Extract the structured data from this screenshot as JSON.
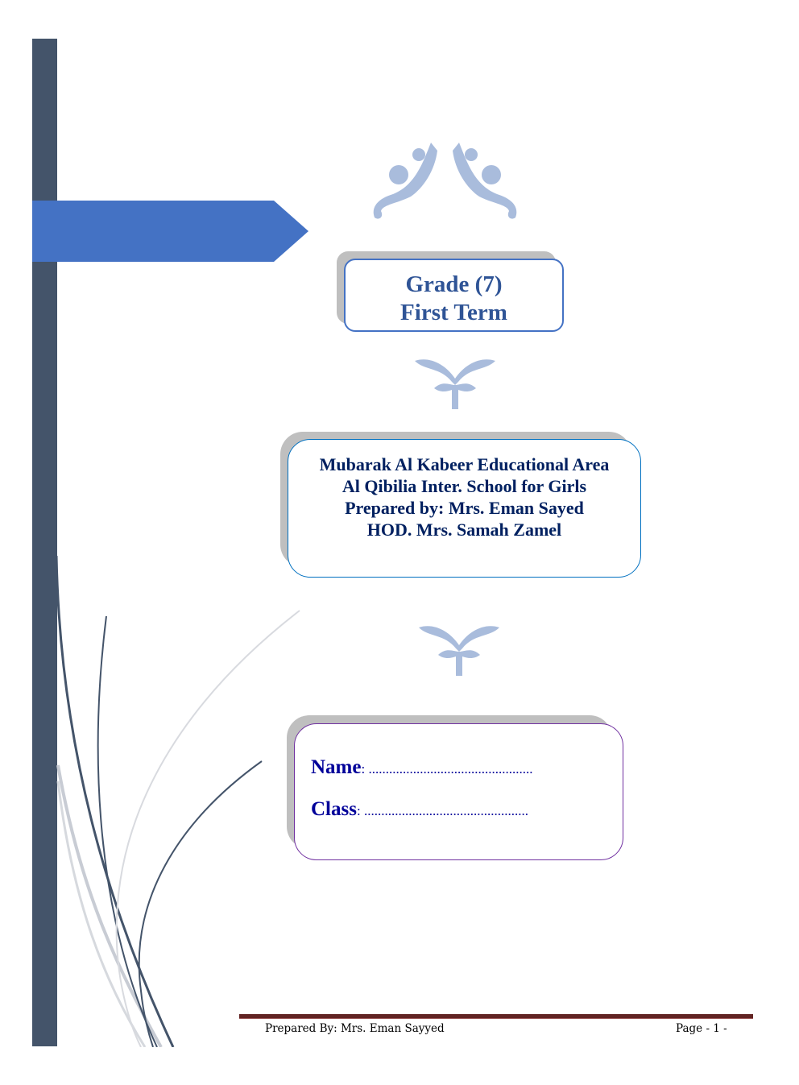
{
  "title_box": {
    "line1": "Grade (7)",
    "line2": "First Term"
  },
  "info_box": {
    "lines": [
      "Mubarak Al Kabeer Educational Area",
      "Al Qibilia Inter. School for Girls",
      "Prepared by: Mrs. Eman Sayed",
      "HOD. Mrs. Samah Zamel"
    ]
  },
  "student_box": {
    "name_label": "Name",
    "name_dots": ": ................................................",
    "class_label": "Class",
    "class_dots": ": ................................................"
  },
  "footer": {
    "left": "Prepared By: Mrs. Eman Sayyed",
    "right": "Page - 1 -"
  },
  "colors": {
    "bar": "#44546a",
    "arrow": "#4472c4",
    "ornament": "#a9bcdc",
    "footer_rule": "#622423"
  }
}
